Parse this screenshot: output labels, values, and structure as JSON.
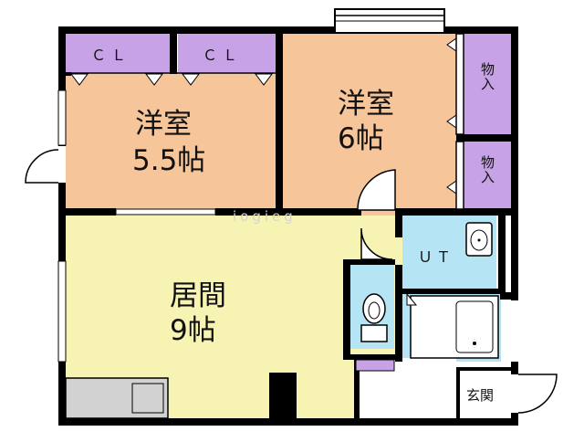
{
  "rooms": {
    "western_left": {
      "name": "洋室",
      "size": "5.5帖"
    },
    "western_right": {
      "name": "洋室",
      "size": "6帖"
    },
    "living": {
      "name": "居間",
      "size": "9帖"
    },
    "closet_left": "ＣＬ",
    "closet_right": "ＣＬ",
    "storage_top": "物入",
    "storage_bottom": "物入",
    "utility": "ＵＴ",
    "entrance": "玄関"
  },
  "watermark": "iogieg",
  "colors": {
    "wall": "#000000",
    "western_room": "#f6c59a",
    "closet": "#c8a2e6",
    "living": "#f7f4b3",
    "water_area": "#b5e4f4",
    "floor_white": "#ffffff",
    "kitchen_counter": "#d2d2d2"
  }
}
